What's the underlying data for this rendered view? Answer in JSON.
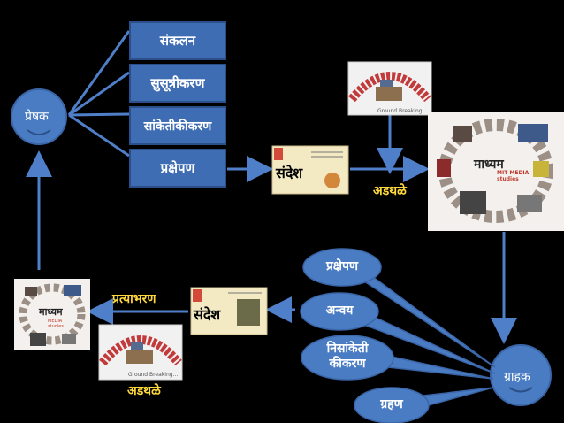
{
  "nodes": {
    "sender": "प्रेषक",
    "receiver": "ग्राहक"
  },
  "sender_steps": [
    "संकलन",
    "सुसूत्रीकरण",
    "सांकेतीकीकरण",
    "प्रक्षेपण"
  ],
  "receiver_steps": [
    "प्रक्षेपण",
    "अन्वय",
    "निसांकेती\nकीकरण",
    "ग्रहण"
  ],
  "message_label": "संदेश",
  "noise_label": "अडथळे",
  "feedback_label": "प्रत्याभरण",
  "media_label": "माध्यम",
  "media_sub": "MIT MEDIA studies",
  "media_sub_small": "MEDIA studies",
  "photo_caption": "Ground Breaking...",
  "colors": {
    "background": "#000000",
    "box_fill": "#3f6db4",
    "smiley_fill": "#4a7cc4",
    "label_yellow": "#ffd93b",
    "arrow": "#5b87c9"
  }
}
